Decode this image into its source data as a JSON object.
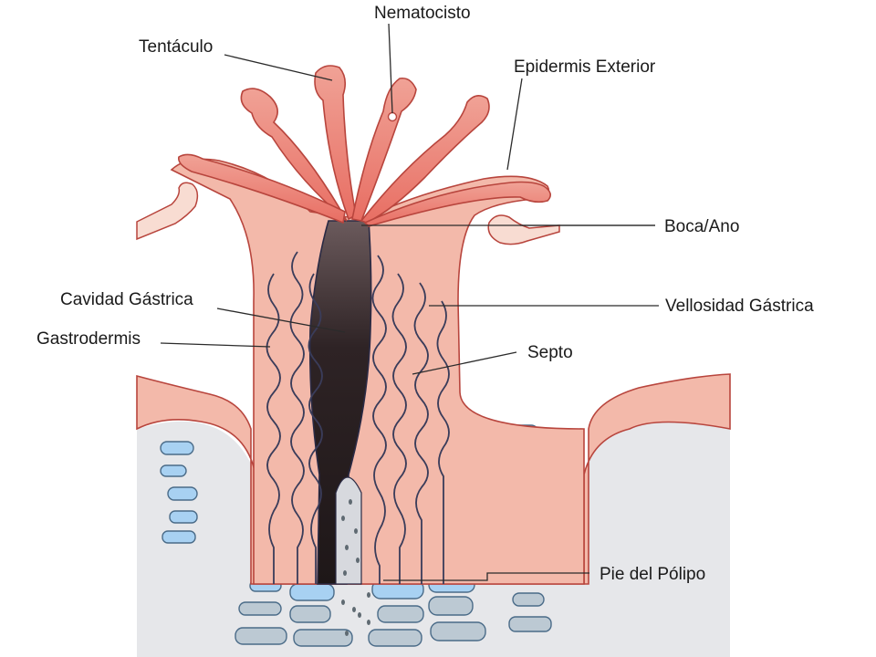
{
  "diagram": {
    "labels": {
      "nematocisto": "Nematocisto",
      "tentaculo": "Tentáculo",
      "epidermis": "Epidermis Exterior",
      "boca": "Boca/Ano",
      "cavidad": "Cavidad Gástrica",
      "vellosidad": "Vellosidad Gástrica",
      "gastrodermis": "Gastrodermis",
      "septo": "Septo",
      "pie": "Pie del Pólipo"
    },
    "colors": {
      "tissue": "#f2b7a8",
      "tissue_light": "#f8d8cd",
      "tentacle": "#ee8c7e",
      "outline": "#b23a3a",
      "cavity_dark": "#3a2b2d",
      "cavity_light": "#c9b3b2",
      "substrate": "#e4e5e8",
      "cells_blue": "#9ccbf0",
      "cells_grey": "#b8c6d0"
    }
  }
}
